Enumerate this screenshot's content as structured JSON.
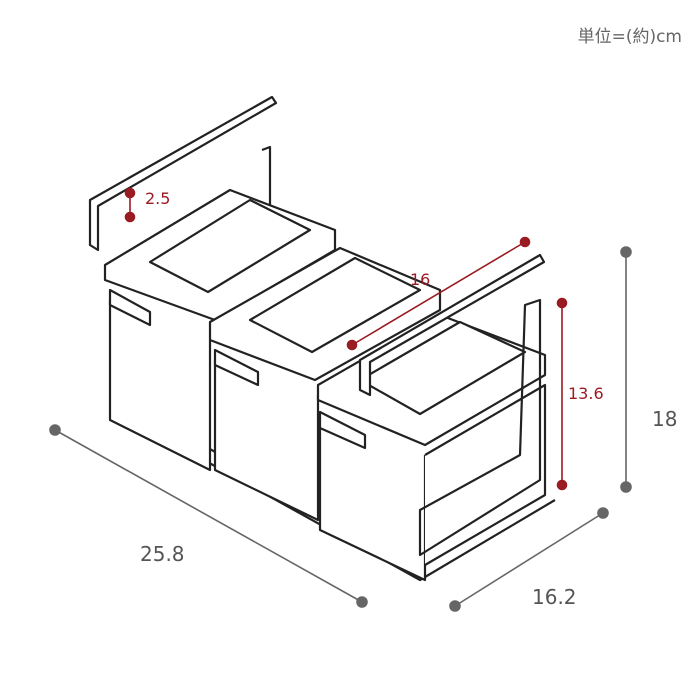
{
  "unit_label": "単位=(約)cm",
  "dimensions": {
    "frame_height": "2.5",
    "depth_inner": "16",
    "container_height": "13.6",
    "total_height": "18",
    "width": "25.8",
    "depth": "16.2"
  },
  "colors": {
    "accent": "#9b1b22",
    "dimension": "#666666",
    "line": "#222222"
  }
}
